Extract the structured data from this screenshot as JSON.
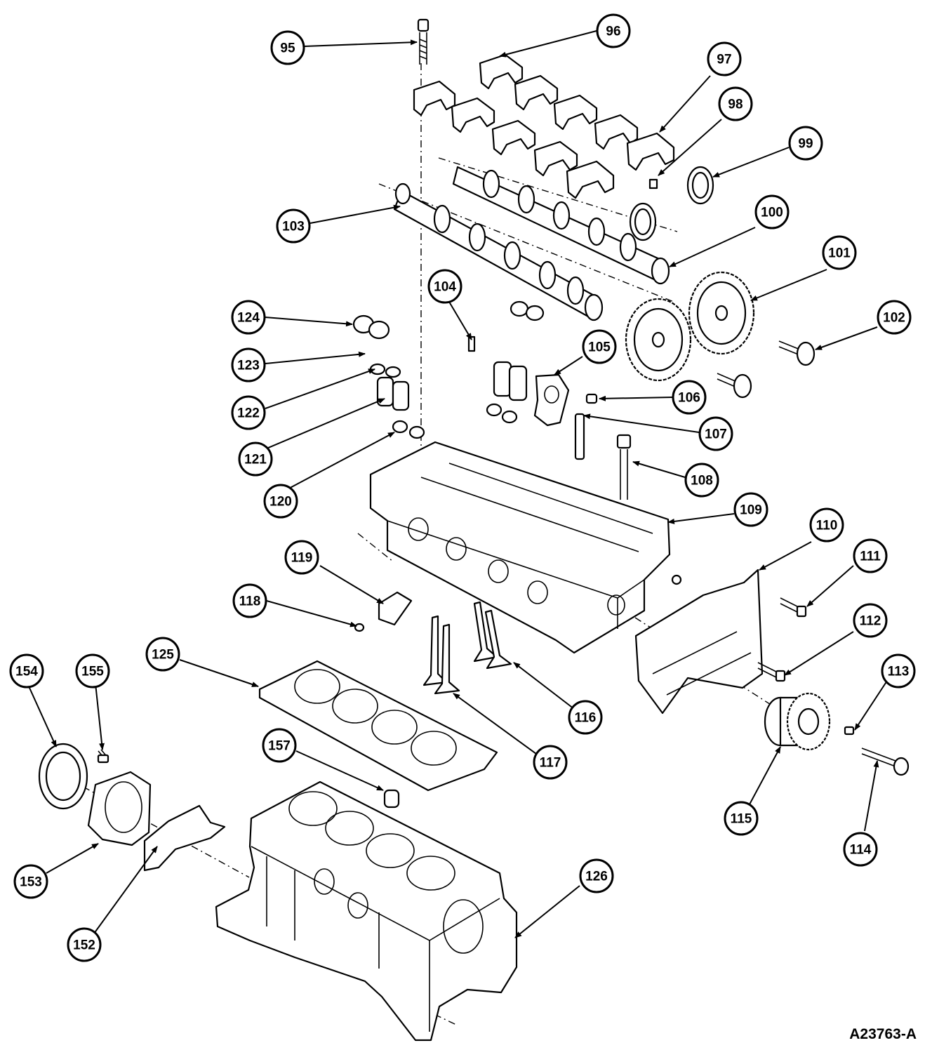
{
  "figure_code": "A23763-A",
  "callouts": [
    "95",
    "96",
    "97",
    "98",
    "99",
    "100",
    "101",
    "102",
    "103",
    "104",
    "105",
    "106",
    "107",
    "108",
    "109",
    "110",
    "111",
    "112",
    "113",
    "114",
    "115",
    "116",
    "117",
    "118",
    "119",
    "120",
    "121",
    "122",
    "123",
    "124",
    "125",
    "126",
    "152",
    "153",
    "154",
    "155",
    "157"
  ]
}
